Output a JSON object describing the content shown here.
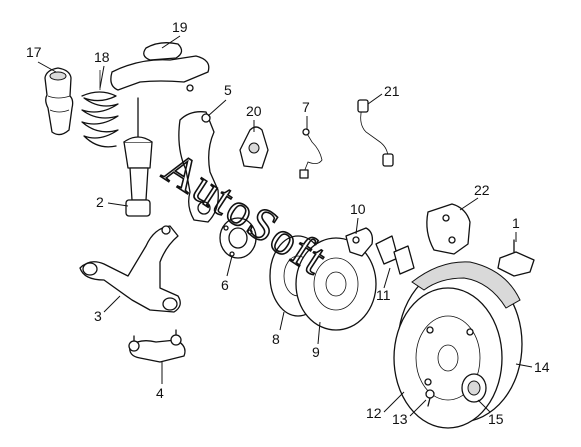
{
  "watermark": "AutoSoft",
  "callouts": {
    "c1": "1",
    "c2": "2",
    "c3": "3",
    "c4": "4",
    "c5": "5",
    "c6": "6",
    "c7": "7",
    "c8": "8",
    "c9": "9",
    "c10": "10",
    "c11": "11",
    "c12": "12",
    "c13": "13",
    "c14": "14",
    "c15": "15",
    "c17": "17",
    "c18": "18",
    "c19": "19",
    "c20": "20",
    "c21": "21",
    "c22": "22"
  }
}
